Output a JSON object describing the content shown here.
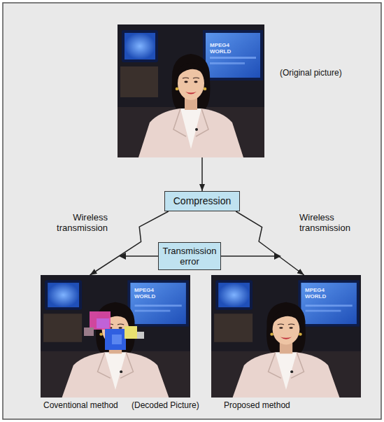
{
  "diagram": {
    "nodes": [
      {
        "text": [
          "(Original picture)"
        ]
      },
      {
        "text": [
          "Compression"
        ]
      },
      {
        "text": [
          "Transmission error"
        ]
      },
      {
        "text": [
          "Coventional method"
        ]
      },
      {
        "text": [
          "Proposed method"
        ]
      }
    ],
    "edges": [
      {
        "from": 0,
        "to": 1,
        "arrow": "to"
      },
      {
        "from": 1,
        "to": 3,
        "arrow": "to",
        "label": "Wireless transmission"
      },
      {
        "from": 1,
        "to": 4,
        "arrow": "to",
        "label": "Wireless transmission"
      }
    ],
    "labels": [
      "MPEG4 WORLD",
      "MPEG4 WORLD",
      "MPEG4 WORLD",
      "(Decoded Picture)"
    ]
  }
}
